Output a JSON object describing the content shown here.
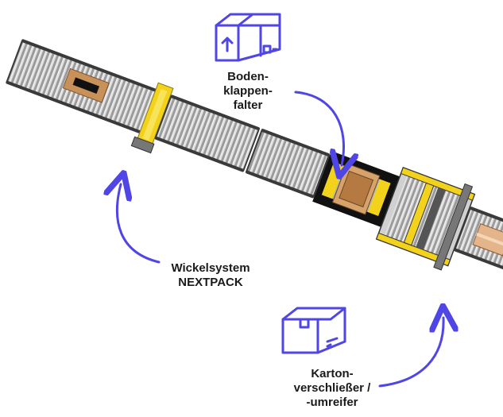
{
  "labels": {
    "bottom_flap_folder": "Boden-\nklappen-\nfalter",
    "wrapping_system": "Wickelsystem\nNEXTPACK",
    "carton_closer": "Karton-\nverschließer /\n-umreifer"
  },
  "icons": {
    "top_box": "package-arrow-up-icon",
    "bottom_box": "package-closed-icon"
  },
  "colors": {
    "accent": "#4F46E5",
    "conveyor_frame": "#3a3a3a",
    "roller_light": "#d9d9d9",
    "roller_dark": "#8a8a8a",
    "yellow": "#f2d21a",
    "carton": "#c9915a",
    "black_frame": "#111111"
  }
}
